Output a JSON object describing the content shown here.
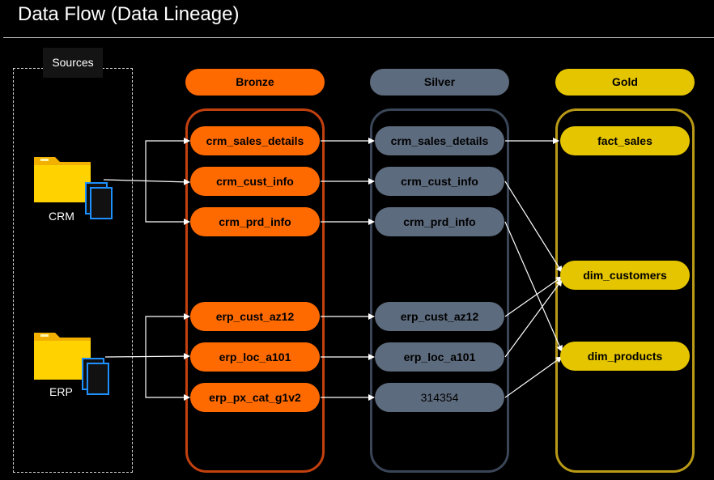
{
  "title": "Data Flow (Data Lineage)",
  "sources": {
    "label": "Sources",
    "items": [
      {
        "label": "CRM",
        "icon": "folder-icon"
      },
      {
        "label": "ERP",
        "icon": "folder-icon"
      }
    ]
  },
  "layers": {
    "bronze": {
      "label": "Bronze",
      "color": "#ff6a00",
      "nodes": [
        "crm_sales_details",
        "crm_cust_info",
        "crm_prd_info",
        "erp_cust_az12",
        "erp_loc_a101",
        "erp_px_cat_g1v2"
      ]
    },
    "silver": {
      "label": "Silver",
      "color": "#5d6b7e",
      "nodes": [
        "crm_sales_details",
        "crm_cust_info",
        "crm_prd_info",
        "erp_cust_az12",
        "erp_loc_a101",
        "314354"
      ]
    },
    "gold": {
      "label": "Gold",
      "color": "#e5c500",
      "nodes": [
        "fact_sales",
        "dim_customers",
        "dim_products"
      ]
    }
  }
}
